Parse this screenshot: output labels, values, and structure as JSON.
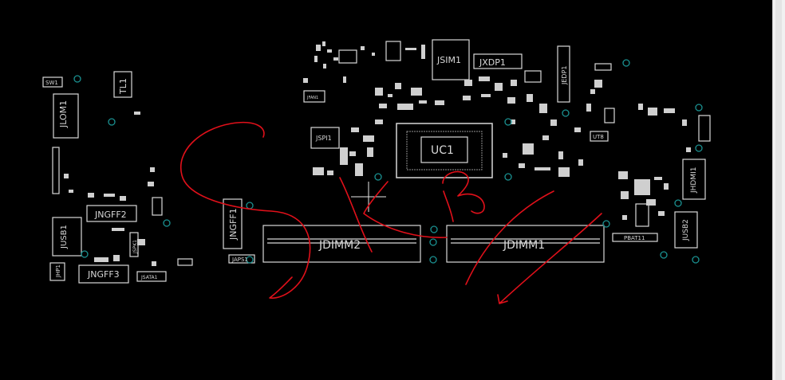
{
  "viewer": {
    "board_labels": {
      "jsim1": "JSIM1",
      "jxdp1": "JXDP1",
      "jedp1": "JEDP1",
      "uc1": "UC1",
      "jdimm2": "JDIMM2",
      "jdimm1": "JDIMM1",
      "jngff1": "JNGFF1",
      "jngff2": "JNGFF2",
      "jngff3": "JNGFF3",
      "jusb1": "JUSB1",
      "jusb2": "JUSB2",
      "jhdmi1": "JHDMI1",
      "jlom1": "JLOM1",
      "tl1": "TL1",
      "jspi1": "JSPI1",
      "sw1": "SW1",
      "jhp1": "JHP1",
      "japs1": "JAPS1",
      "jsata1": "JSATA1",
      "pbat11": "PBAT11",
      "ut8": "UT8",
      "jspk1": "JSPK1",
      "jfan1": "JFAN1"
    },
    "colors": {
      "background": "#000000",
      "silkscreen": "#d8d8d8",
      "annotation": "#e0101a",
      "via": "#1a8a8a"
    }
  },
  "scrollbar": {
    "orientation": "vertical"
  }
}
